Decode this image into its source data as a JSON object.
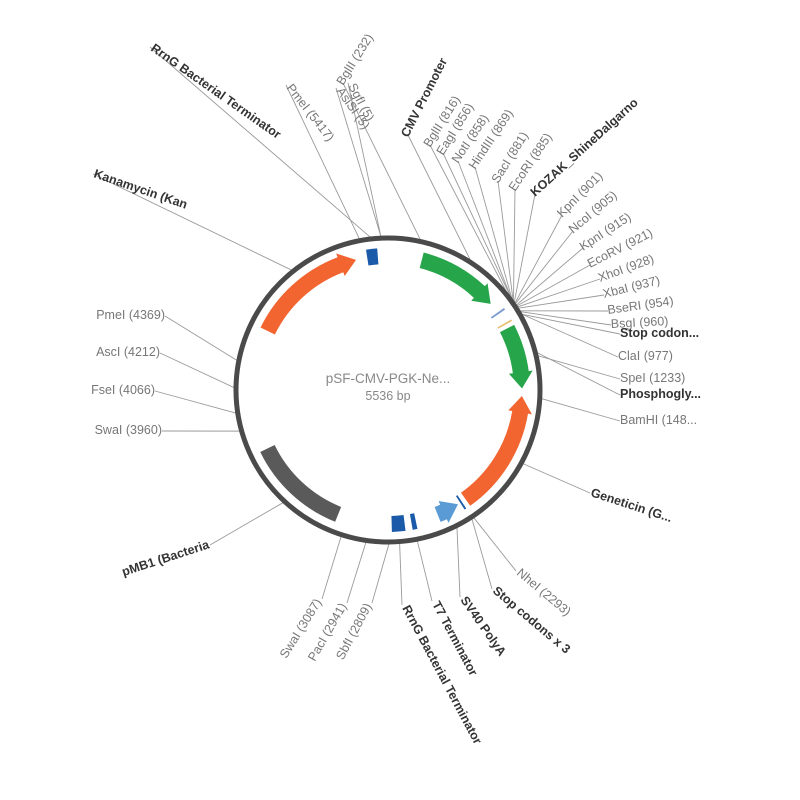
{
  "plasmid": {
    "name": "pSF-CMV-PGK-Ne...",
    "size_label": "5536 bp",
    "total_bp": 5536
  },
  "features": [
    {
      "id": "kanamycin",
      "label": "Kanamycin (Kan",
      "start": 4600,
      "end": 5370,
      "dir": "cw",
      "color": "#f26430"
    },
    {
      "id": "rrng-top",
      "label": "RrnG Bacterial Terminator",
      "start": 5445,
      "end": 5515,
      "dir": "none",
      "color": "#1a5aa8"
    },
    {
      "id": "cmv-promoter",
      "label": "CMV Promoter",
      "start": 270,
      "end": 815,
      "dir": "cw",
      "color": "#27a54a"
    },
    {
      "id": "kozak",
      "label": "KOZAK_ShineDalgarno",
      "start": 888,
      "end": 900,
      "dir": "none",
      "color": "#7a9ad0"
    },
    {
      "id": "stop-codon",
      "label": "Stop codon...",
      "start": 972,
      "end": 983,
      "dir": "none",
      "color": "#e8c070"
    },
    {
      "id": "pgk-promoter",
      "label": "Phosphogly...",
      "start": 1010,
      "end": 1420,
      "dir": "cw",
      "color": "#27a54a"
    },
    {
      "id": "geneticin",
      "label": "Geneticin (G...",
      "start": 1470,
      "end": 2270,
      "dir": "ccw",
      "color": "#f26430"
    },
    {
      "id": "stop-codons-3",
      "label": "Stop codons x 3",
      "start": 2300,
      "end": 2312,
      "dir": "none",
      "color": "#1a5aa8"
    },
    {
      "id": "sv40",
      "label": "SV40 PolyA",
      "start": 2330,
      "end": 2480,
      "dir": "ccw",
      "color": "#5b9bd5"
    },
    {
      "id": "t7-term",
      "label": "T7 Terminator",
      "start": 2630,
      "end": 2660,
      "dir": "none",
      "color": "#1a5aa8"
    },
    {
      "id": "rrng-bottom",
      "label": "RrnG Bacterial Terminator",
      "start": 2705,
      "end": 2790,
      "dir": "none",
      "color": "#1a5aa8"
    },
    {
      "id": "pmb1",
      "label": "pMB1 (Bacteria",
      "start": 3150,
      "end": 3800,
      "dir": "none",
      "color": "#5a5a5a"
    }
  ],
  "sites": [
    {
      "label": "BglII (232)",
      "pos": 232
    },
    {
      "label": "AsiSI (5)",
      "pos": 5
    },
    {
      "label": "SgfI (5)",
      "pos": 5
    },
    {
      "label": "PmeI (5417)",
      "pos": 5417
    },
    {
      "label": "BglII (816)",
      "pos": 816
    },
    {
      "label": "EagI (856)",
      "pos": 856
    },
    {
      "label": "NotI (858)",
      "pos": 858
    },
    {
      "label": "HindIII (869)",
      "pos": 869
    },
    {
      "label": "SacI (881)",
      "pos": 881
    },
    {
      "label": "EcoRI (885)",
      "pos": 885
    },
    {
      "label": "KpnI (901)",
      "pos": 901
    },
    {
      "label": "NcoI (905)",
      "pos": 905
    },
    {
      "label": "KpnI (915)",
      "pos": 915
    },
    {
      "label": "EcoRV (921)",
      "pos": 921
    },
    {
      "label": "XhoI (928)",
      "pos": 928
    },
    {
      "label": "XbaI (937)",
      "pos": 937
    },
    {
      "label": "BseRI (954)",
      "pos": 954
    },
    {
      "label": "BsgI (960)",
      "pos": 960
    },
    {
      "label": "ClaI (977)",
      "pos": 977
    },
    {
      "label": "SpeI (1233)",
      "pos": 1233
    },
    {
      "label": "BamHI (148...",
      "pos": 1480
    },
    {
      "label": "NheI (2293)",
      "pos": 2293
    },
    {
      "label": "SbfI (2809)",
      "pos": 2809
    },
    {
      "label": "PacI (2941)",
      "pos": 2941
    },
    {
      "label": "SwaI (3087)",
      "pos": 3087
    },
    {
      "label": "SwaI (3960)",
      "pos": 3960
    },
    {
      "label": "FseI (4066)",
      "pos": 4066
    },
    {
      "label": "AscI (4212)",
      "pos": 4212
    },
    {
      "label": "PmeI (4369)",
      "pos": 4369
    }
  ]
}
